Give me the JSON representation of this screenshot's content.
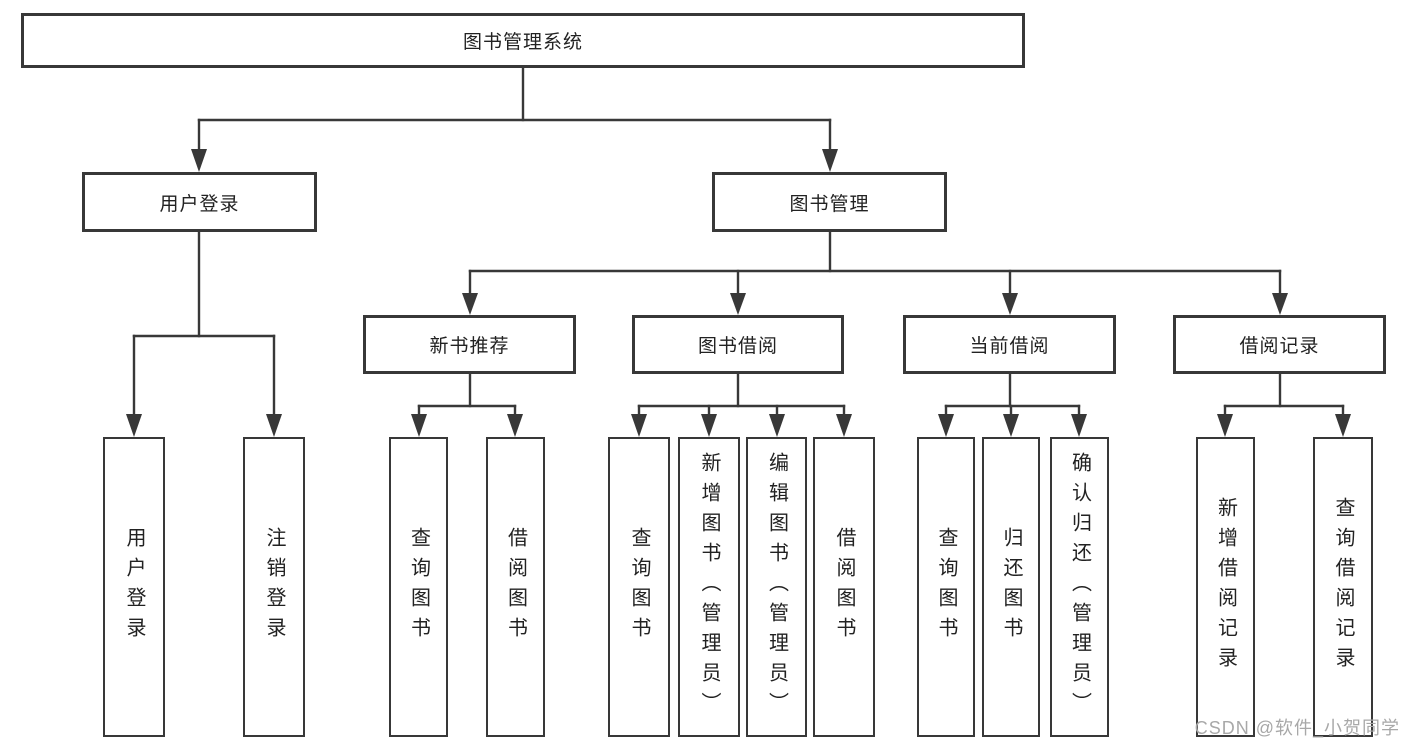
{
  "diagram": {
    "tree": {
      "label": "图书管理系统",
      "children": [
        {
          "label": "用户登录",
          "children": [
            {
              "label": "用户登录"
            },
            {
              "label": "注销登录"
            }
          ]
        },
        {
          "label": "图书管理",
          "children": [
            {
              "label": "新书推荐",
              "children": [
                {
                  "label": "查询图书"
                },
                {
                  "label": "借阅图书"
                }
              ]
            },
            {
              "label": "图书借阅",
              "children": [
                {
                  "label": "查询图书"
                },
                {
                  "label": "新增图书（管理员）"
                },
                {
                  "label": "编辑图书（管理员）"
                },
                {
                  "label": "借阅图书"
                }
              ]
            },
            {
              "label": "当前借阅",
              "children": [
                {
                  "label": "查询图书"
                },
                {
                  "label": "归还图书"
                },
                {
                  "label": "确认归还（管理员）"
                }
              ]
            },
            {
              "label": "借阅记录",
              "children": [
                {
                  "label": "新增借阅记录"
                },
                {
                  "label": "查询借阅记录"
                }
              ]
            }
          ]
        }
      ]
    },
    "watermark": {
      "text": "CSDN @软件_小贺同学"
    },
    "colors": {
      "line": "#383838",
      "text": "#222222",
      "watermark": "#a8a8a8",
      "background": "#ffffff"
    }
  }
}
